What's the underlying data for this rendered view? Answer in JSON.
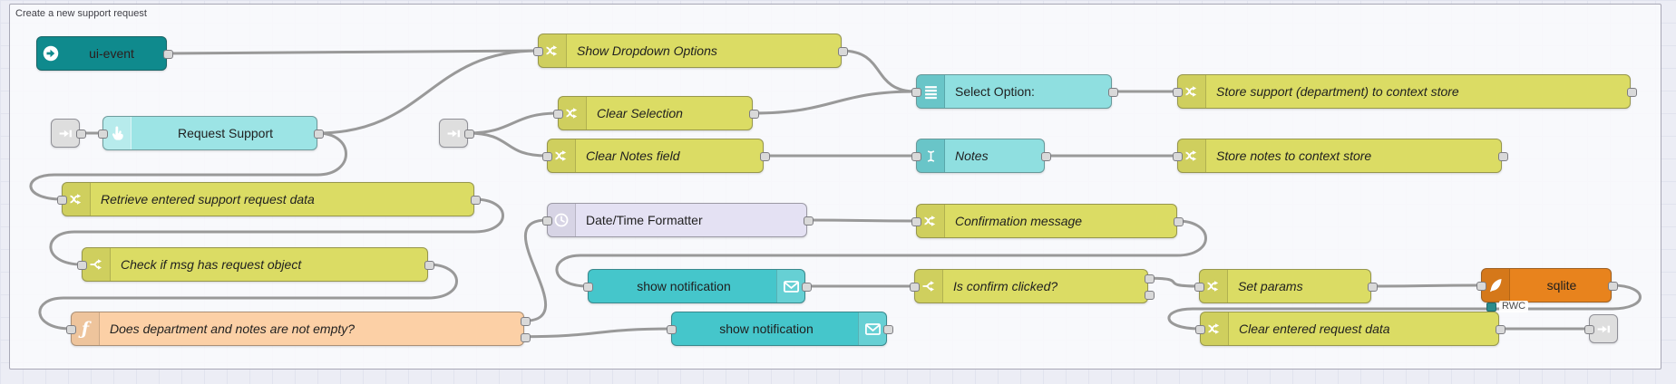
{
  "group": {
    "label": "Create a new support request"
  },
  "colors": {
    "change_node": "#dbdc64",
    "function_node": "#fcd0a6",
    "widget_node": "#8fdfe0",
    "button_node": "#9ce4e5",
    "notification_node": "#45c6cb",
    "ui_event_node": "#0f8a8d",
    "datetime_node": "#e4e1f3",
    "sqlite_node": "#e8831d",
    "link_node": "#dedede",
    "wire": "#999999",
    "canvas": "#ecedf5",
    "grid_line": "#e1e3ee",
    "group_border": "#a8a8b6",
    "port": "#d9d9d9",
    "status_dot": "#2b8c8c"
  },
  "nodes": [
    {
      "id": "ui-event",
      "label": "ui-event",
      "kind": "ui-event",
      "icon": "arrow-circle-right-icon",
      "italic": false
    },
    {
      "id": "show-dropdown",
      "label": "Show Dropdown Options",
      "kind": "change",
      "icon": "shuffle-icon",
      "italic": true
    },
    {
      "id": "select-option",
      "label": "Select Option:",
      "kind": "dropdown",
      "icon": "list-icon",
      "italic": false
    },
    {
      "id": "store-support",
      "label": "Store support (department) to context store",
      "kind": "change",
      "icon": "shuffle-icon",
      "italic": true
    },
    {
      "id": "link-in-1",
      "label": "",
      "kind": "link-in",
      "icon": "link-icon",
      "italic": false
    },
    {
      "id": "request-support",
      "label": "Request Support",
      "kind": "button",
      "icon": "hand-pointer-icon",
      "italic": false
    },
    {
      "id": "link-in-2",
      "label": "",
      "kind": "link-in",
      "icon": "link-icon",
      "italic": false
    },
    {
      "id": "clear-selection",
      "label": "Clear Selection",
      "kind": "change",
      "icon": "shuffle-icon",
      "italic": true
    },
    {
      "id": "clear-notes",
      "label": "Clear Notes field",
      "kind": "change",
      "icon": "shuffle-icon",
      "italic": true
    },
    {
      "id": "notes",
      "label": "Notes",
      "kind": "textfield",
      "icon": "ibeam-icon",
      "italic": true
    },
    {
      "id": "store-notes",
      "label": "Store notes to context store",
      "kind": "change",
      "icon": "shuffle-icon",
      "italic": true
    },
    {
      "id": "retrieve",
      "label": "Retrieve entered support request data",
      "kind": "change",
      "icon": "shuffle-icon",
      "italic": true
    },
    {
      "id": "datetime",
      "label": "Date/Time Formatter",
      "kind": "datetime",
      "icon": "clock-icon",
      "italic": false
    },
    {
      "id": "confirmation",
      "label": "Confirmation message",
      "kind": "change",
      "icon": "shuffle-icon",
      "italic": true
    },
    {
      "id": "check-msg",
      "label": "Check if msg has request object",
      "kind": "switch",
      "icon": "switch-icon",
      "italic": true
    },
    {
      "id": "show-notif-1",
      "label": "show notification",
      "kind": "notification",
      "icon": "envelope-icon",
      "italic": false,
      "iconSide": "right"
    },
    {
      "id": "is-confirm",
      "label": "Is confirm clicked?",
      "kind": "switch",
      "icon": "switch-icon",
      "italic": true
    },
    {
      "id": "set-params",
      "label": "Set params",
      "kind": "change",
      "icon": "shuffle-icon",
      "italic": true
    },
    {
      "id": "sqlite",
      "label": "sqlite",
      "kind": "sqlite",
      "icon": "feather-icon",
      "italic": false,
      "status": "RWC"
    },
    {
      "id": "does-dept",
      "label": "Does department and notes are not empty?",
      "kind": "function",
      "icon": "function-icon",
      "italic": true
    },
    {
      "id": "show-notif-2",
      "label": "show notification",
      "kind": "notification",
      "icon": "envelope-icon",
      "italic": false,
      "iconSide": "right"
    },
    {
      "id": "clear-entered",
      "label": "Clear entered request data",
      "kind": "change",
      "icon": "shuffle-icon",
      "italic": true
    },
    {
      "id": "link-out-1",
      "label": "",
      "kind": "link-out",
      "icon": "link-icon",
      "italic": false
    }
  ],
  "connections": [
    {
      "from": "ui-event",
      "to": "show-dropdown"
    },
    {
      "from": "request-support",
      "to": "show-dropdown"
    },
    {
      "from": "link-in-1",
      "to": "request-support"
    },
    {
      "from": "request-support",
      "to": "retrieve"
    },
    {
      "from": "link-in-2",
      "to": "clear-selection"
    },
    {
      "from": "link-in-2",
      "to": "clear-notes"
    },
    {
      "from": "clear-selection",
      "to": "select-option"
    },
    {
      "from": "show-dropdown",
      "to": "select-option"
    },
    {
      "from": "clear-notes",
      "to": "notes"
    },
    {
      "from": "select-option",
      "to": "store-support"
    },
    {
      "from": "notes",
      "to": "store-notes"
    },
    {
      "from": "retrieve",
      "to": "check-msg"
    },
    {
      "from": "datetime",
      "to": "confirmation"
    },
    {
      "from": "check-msg",
      "to": "does-dept"
    },
    {
      "from": "does-dept",
      "fromPort": 0,
      "to": "datetime"
    },
    {
      "from": "does-dept",
      "fromPort": 1,
      "to": "show-notif-2"
    },
    {
      "from": "confirmation",
      "to": "show-notif-1"
    },
    {
      "from": "show-notif-1",
      "to": "is-confirm"
    },
    {
      "from": "is-confirm",
      "fromPort": 0,
      "to": "set-params"
    },
    {
      "from": "set-params",
      "to": "sqlite"
    },
    {
      "from": "sqlite",
      "to": "clear-entered"
    },
    {
      "from": "clear-entered",
      "to": "link-out-1"
    }
  ]
}
